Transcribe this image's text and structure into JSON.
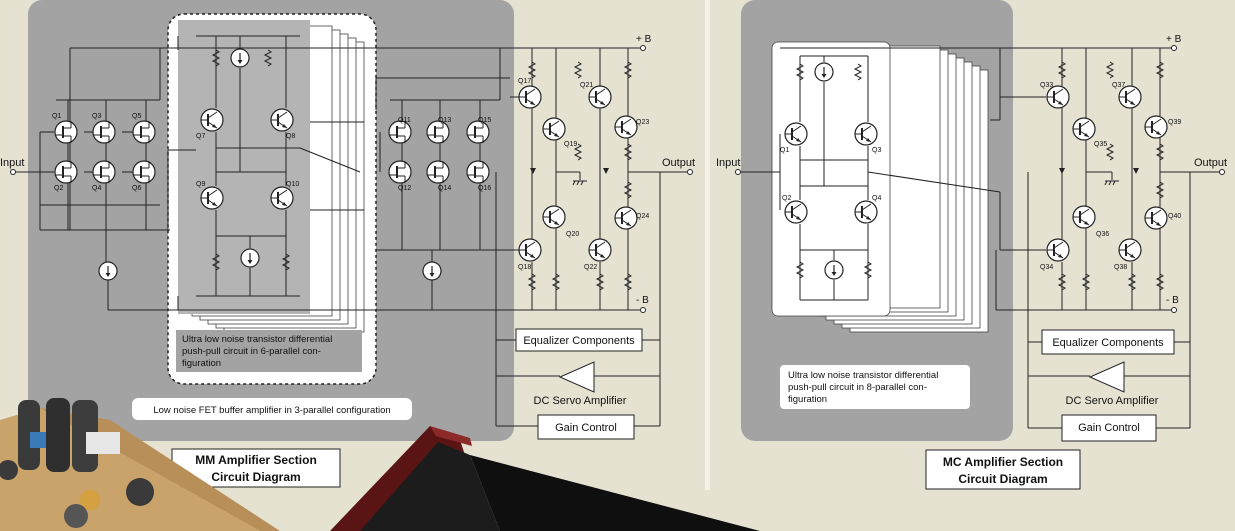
{
  "colors": {
    "background": "#e6e2d2",
    "panel": "#a3a3a3",
    "wire": "#222222",
    "box": "#ffffff"
  },
  "mm": {
    "title_line1": "MM Amplifier Section",
    "title_line2": "Circuit Diagram",
    "input_label": "Input",
    "output_label": "Output",
    "plus_b": "+ B",
    "minus_b": "- B",
    "eq_label": "Equalizer Components",
    "servo_label": "DC Servo Amplifier",
    "gain_label": "Gain Control",
    "callout_diff_line1": "Ultra low noise transistor differential",
    "callout_diff_line2": "push-pull circuit in 6-parallel con-",
    "callout_diff_line3": "figuration",
    "callout_fet": "Low noise FET buffer amplifier in 3-parallel configuration",
    "fets": [
      "Q1",
      "Q2",
      "Q3",
      "Q4",
      "Q5",
      "Q6"
    ],
    "diff_transistors": [
      "Q7",
      "Q8",
      "Q9",
      "Q10"
    ],
    "buffer_fets": [
      "Q11",
      "Q12",
      "Q13",
      "Q14",
      "Q15",
      "Q16"
    ],
    "output_transistors": [
      "Q17",
      "Q18",
      "Q19",
      "Q20",
      "Q21",
      "Q22",
      "Q23",
      "Q24"
    ]
  },
  "mc": {
    "title_line1": "MC Amplifier Section",
    "title_line2": "Circuit Diagram",
    "input_label": "Input",
    "output_label": "Output",
    "plus_b": "+ B",
    "minus_b": "- B",
    "eq_label": "Equalizer Components",
    "servo_label": "DC Servo Amplifier",
    "gain_label": "Gain Control",
    "callout_diff_line1": "Ultra low noise transistor differential",
    "callout_diff_line2": "push-pull circuit in 8-parallel con-",
    "callout_diff_line3": "figuration",
    "diff_transistors": [
      "Q1",
      "Q2",
      "Q3",
      "Q4"
    ],
    "output_transistors": [
      "Q33",
      "Q34",
      "Q35",
      "Q36",
      "Q37",
      "Q38",
      "Q39",
      "Q40"
    ]
  }
}
